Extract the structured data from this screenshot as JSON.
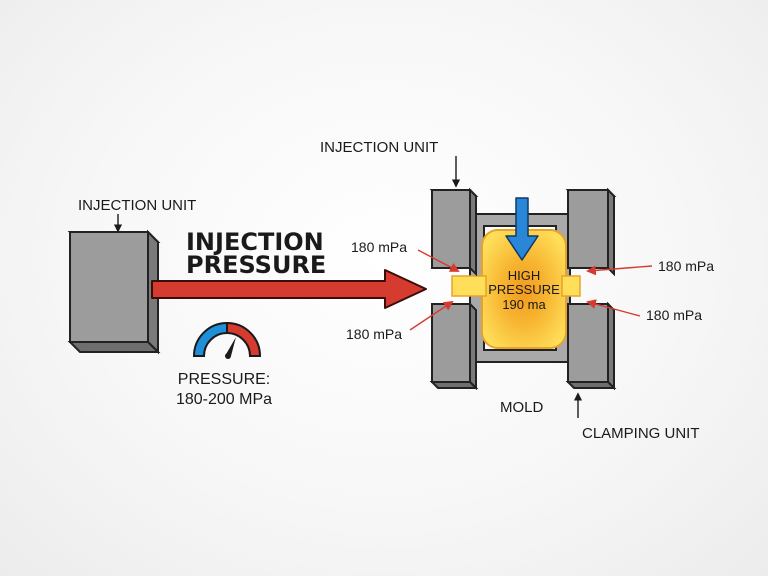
{
  "labels": {
    "injection_unit_left": "INJECTION UNIT",
    "injection_unit_top": "INJECTION UNIT",
    "title_line1": "INJECTION",
    "title_line2": "PRESSURE",
    "pressure_line1": "PRESSURE:",
    "pressure_line2": "180-200 MPa",
    "mold_line1": "HIGH",
    "mold_line2": "PRESSURE",
    "mold_line3": "190 ma",
    "mold": "MOLD",
    "clamping_unit": "CLAMPING UNIT",
    "pressure_upper_left": "180 mPa",
    "pressure_lower_left": "180 mPa",
    "pressure_upper_right": "180 mPa",
    "pressure_lower_right": "180 mPa"
  },
  "colors": {
    "flow_arrow": "#d63b2f",
    "leader_arrow": "#d63b2f",
    "gauge_cold": "#1f8fd8",
    "gauge_hot": "#d63b2f",
    "injection_arrow": "#2a86d6",
    "block_front": "#9c9c9c",
    "block_side": "#7a7a7a",
    "block_top": "#b8b8b8",
    "molten_core": "#f5a623",
    "molten_edge": "#ffd84d"
  },
  "icons": {
    "gauge": "pressure-gauge-icon"
  }
}
